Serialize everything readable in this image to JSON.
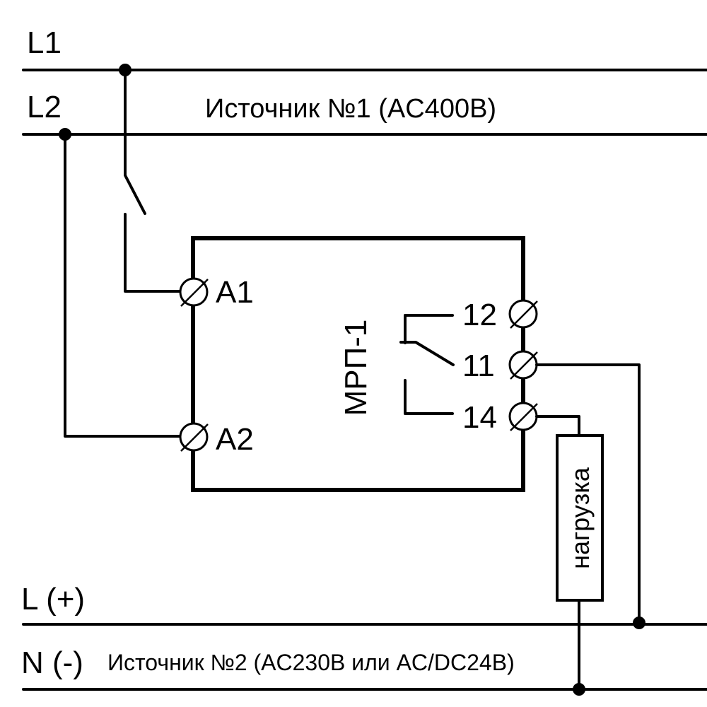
{
  "lines": {
    "l1": "L1",
    "l2": "L2",
    "source1": "Источник №1 (AC400В)",
    "lplus": "L (+)",
    "nminus": "N (-)",
    "source2": "Источник №2 (AC230В или AC/DC24В)"
  },
  "device": {
    "name": "МРП-1",
    "terminals": {
      "a1": "A1",
      "a2": "A2",
      "t12": "12",
      "t11": "11",
      "t14": "14"
    }
  },
  "load": {
    "label": "нагрузка"
  }
}
